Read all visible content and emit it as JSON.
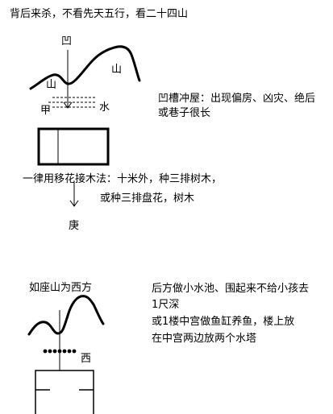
{
  "heading": "背后来杀，不看先天五行，看二十四山",
  "top_diagram": {
    "symbol_top": "凹",
    "label_mountain_right": "山",
    "label_mountain_left": "山",
    "label_jia": "甲",
    "label_water": "水",
    "note_line1": "凹槽冲屋：出现偏房、凶灾、绝后",
    "note_line2": "或巷子很长",
    "remedy_line1": "一律用移花接木法：十米外，种三排树木，",
    "remedy_line2": "或种三排盘花，树木",
    "label_geng": "庚"
  },
  "bottom_diagram": {
    "title": "如座山为西方",
    "label_west": "西",
    "note_line1": "后方做小水池、围起来不给小孩去",
    "note_line2": "1尺深",
    "note_line3": "或1楼中宫做鱼缸养鱼，楼上放",
    "note_line4": "在中宫两边放两个水塔"
  },
  "colors": {
    "ink": "#000000",
    "background": "#ffffff"
  }
}
